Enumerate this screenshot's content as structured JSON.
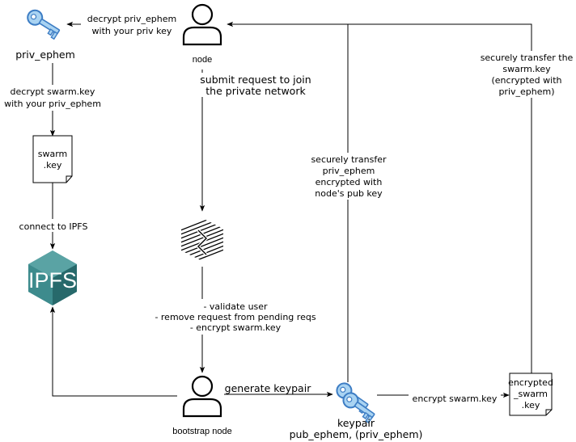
{
  "nodes": {
    "priv_ephem": {
      "label": "priv_ephem"
    },
    "node": {
      "label": "node"
    },
    "swarm_key": {
      "line1": "swarm",
      "line2": ".key"
    },
    "ipfs": {
      "label": "IPFS"
    },
    "bootstrap": {
      "label": "bootstrap node"
    },
    "keypair": {
      "line1": "keypair",
      "line2": "pub_ephem, (priv_ephem)"
    },
    "encrypted": {
      "line1": "encrypted",
      "line2": "_swarm",
      "line3": ".key"
    }
  },
  "edges": {
    "decrypt_priv": [
      "decrypt priv_ephem",
      "with your priv key"
    ],
    "decrypt_swarm": [
      "decrypt swarm.key",
      "with your priv_ephem"
    ],
    "connect_ipfs": [
      "connect to IPFS"
    ],
    "submit_request": [
      "submit request to join",
      "the private network"
    ],
    "validate": [
      "- validate user",
      "- remove request from pending reqs",
      "- encrypt swarm.key"
    ],
    "generate": [
      "generate keypair"
    ],
    "encrypt_swarm": [
      "encrypt swarm.key"
    ],
    "transfer_priv": [
      "securely transfer",
      "priv_ephem",
      "encrypted with",
      "node's pub key"
    ],
    "transfer_swarm": [
      "securely transfer the",
      "swarm.key",
      "(encrypted with",
      "priv_ephem)"
    ]
  },
  "colors": {
    "ipfs_dark": "#27696b",
    "ipfs_mid": "#3d8b8d",
    "ipfs_light": "#5aa3a4",
    "key_dark": "#3d7dc4",
    "key_light": "#a9d3f2",
    "user_stroke": "#000000"
  }
}
